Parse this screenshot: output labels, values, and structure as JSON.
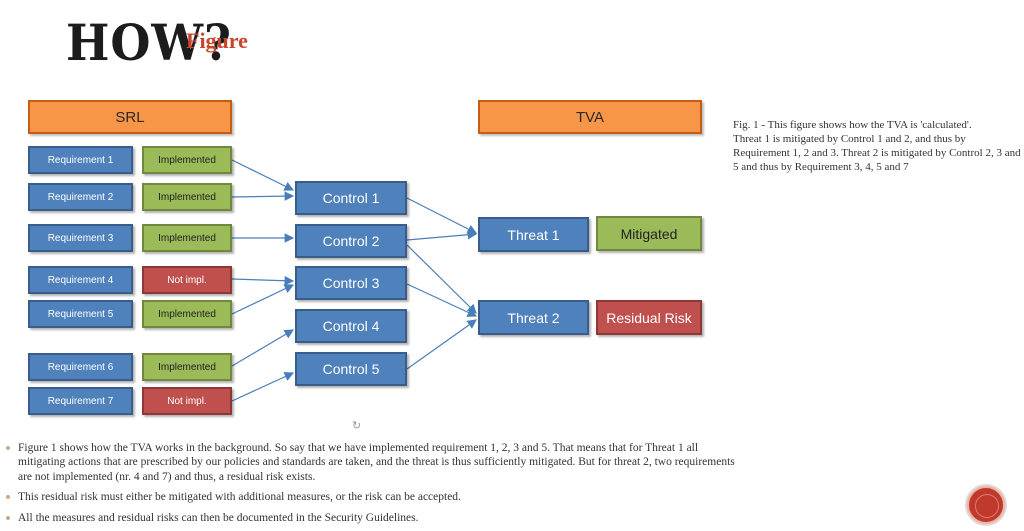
{
  "slide": {
    "title": "HOW?",
    "subtitle": "Figure"
  },
  "diagram": {
    "srl_header": "SRL",
    "tva_header": "TVA",
    "requirements": [
      {
        "label": "Requirement 1",
        "status": "Implemented",
        "implemented": true
      },
      {
        "label": "Requirement 2",
        "status": "Implemented",
        "implemented": true
      },
      {
        "label": "Requirement 3",
        "status": "Implemented",
        "implemented": true
      },
      {
        "label": "Requirement 4",
        "status": "Not impl.",
        "implemented": false
      },
      {
        "label": "Requirement 5",
        "status": "Implemented",
        "implemented": true
      },
      {
        "label": "Requirement 6",
        "status": "Implemented",
        "implemented": true
      },
      {
        "label": "Requirement 7",
        "status": "Not impl.",
        "implemented": false
      }
    ],
    "controls": [
      "Control 1",
      "Control 2",
      "Control 3",
      "Control 4",
      "Control 5"
    ],
    "threats": [
      {
        "label": "Threat 1",
        "result": "Mitigated",
        "mitigated": true
      },
      {
        "label": "Threat 2",
        "result": "Residual Risk",
        "mitigated": false
      }
    ],
    "colors": {
      "header": "#f79646",
      "box": "#4f81bd",
      "ok": "#9bbb59",
      "bad": "#c0504d",
      "arrow": "#4f81bd"
    }
  },
  "caption": {
    "line1": "Fig.  1 - This figure shows how the TVA is 'calculated'.",
    "line2": "Threat 1 is mitigated by Control 1 and 2, and thus by Requirement 1, 2 and 3. Threat 2 is mitigated by Control 2, 3 and 5 and thus by Requirement 3, 4, 5 and 7"
  },
  "bullets": [
    "Figure 1 shows how the TVA works in the background. So say that we have implemented requirement 1, 2, 3 and 5. That means that for Threat 1 all mitigating actions that are prescribed by our policies and standards are taken, and the threat is thus sufficiently mitigated. But for threat 2, two requirements are not implemented (nr. 4 and 7) and thus, a residual risk exists.",
    "This residual risk must either be mitigated with additional measures, or the risk can be accepted.",
    "All the measures and residual risks can then be documented in the Security Guidelines."
  ]
}
